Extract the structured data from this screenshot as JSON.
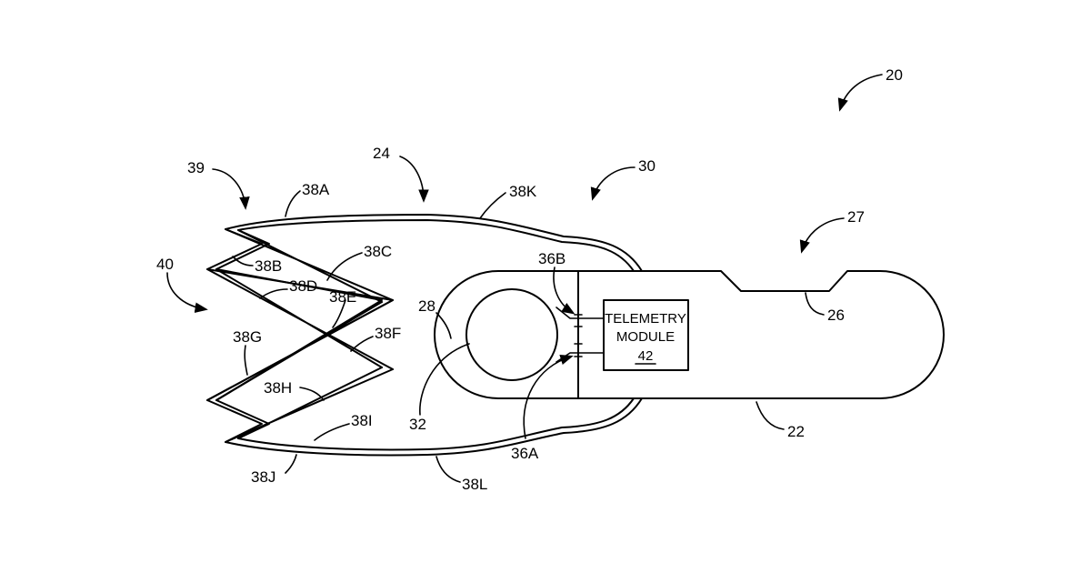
{
  "labels": {
    "device": "20",
    "housing": "22",
    "frame": "24",
    "portion": "26",
    "assembly_27": "27",
    "body_28": "28",
    "assembly_30": "30",
    "member_32": "32",
    "contact_36a": "36A",
    "contact_36b": "36B",
    "arm_38a": "38A",
    "arm_38b": "38B",
    "arm_38c": "38C",
    "arm_38d": "38D",
    "arm_38e": "38E",
    "arm_38f": "38F",
    "arm_38g": "38G",
    "arm_38h": "38H",
    "arm_38i": "38I",
    "arm_38j": "38J",
    "arm_38k": "38K",
    "arm_38l": "38L",
    "tip_39": "39",
    "tip_40": "40"
  },
  "module": {
    "line1": "TELEMETRY",
    "line2": "MODULE",
    "number": "42"
  }
}
